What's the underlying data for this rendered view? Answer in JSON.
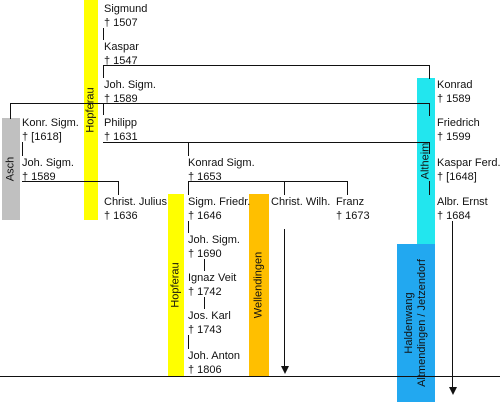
{
  "colors": {
    "yellow": "#ffff00",
    "cyan": "#22e6ee",
    "orange": "#ffbf00",
    "gray": "#c0c0c0",
    "blue": "#22a8f0",
    "line": "#111111"
  },
  "bars": {
    "hopferau_top": "Hopferau",
    "asch": "Asch",
    "hopferau_bottom": "Hopferau",
    "wellendingen": "Wellendingen",
    "altheim": "Altheim",
    "haldenwang_1": "Haldenwang",
    "haldenwang_2": "Altmendingen / Jetzendorf"
  },
  "persons": {
    "sigmund": {
      "name": "Sigmund",
      "date": "† 1507"
    },
    "kaspar": {
      "name": "Kaspar",
      "date": "† 1547"
    },
    "joh_sigm_1589a": {
      "name": "Joh. Sigm.",
      "date": "† 1589"
    },
    "philipp": {
      "name": "Philipp",
      "date": "† 1631"
    },
    "konr_sigm": {
      "name": "Konr. Sigm.",
      "date": "† [1618]"
    },
    "joh_sigm_1589b": {
      "name": "Joh. Sigm.",
      "date": "† 1589"
    },
    "christ_julius": {
      "name": "Christ. Julius",
      "date": "† 1636"
    },
    "konrad_sigm": {
      "name": "Konrad Sigm.",
      "date": "† 1653"
    },
    "sigm_friedr": {
      "name": "Sigm. Friedr.",
      "date": "† 1646"
    },
    "joh_sigm_1690": {
      "name": "Joh. Sigm.",
      "date": "† 1690"
    },
    "ignaz_veit": {
      "name": "Ignaz Veit",
      "date": "† 1742"
    },
    "jos_karl": {
      "name": "Jos. Karl",
      "date": "† 1743"
    },
    "joh_anton": {
      "name": "Joh. Anton",
      "date": "† 1806"
    },
    "christ_wilh": {
      "name": "Christ. Wilh.",
      "date": ""
    },
    "franz": {
      "name": "Franz",
      "date": "† 1673"
    },
    "konrad": {
      "name": "Konrad",
      "date": "† 1589"
    },
    "friedrich": {
      "name": "Friedrich",
      "date": "† 1599"
    },
    "kaspar_ferd": {
      "name": "Kaspar Ferd.",
      "date": "† [1648]"
    },
    "albr_ernst": {
      "name": "Albr. Ernst",
      "date": "† 1684"
    }
  }
}
